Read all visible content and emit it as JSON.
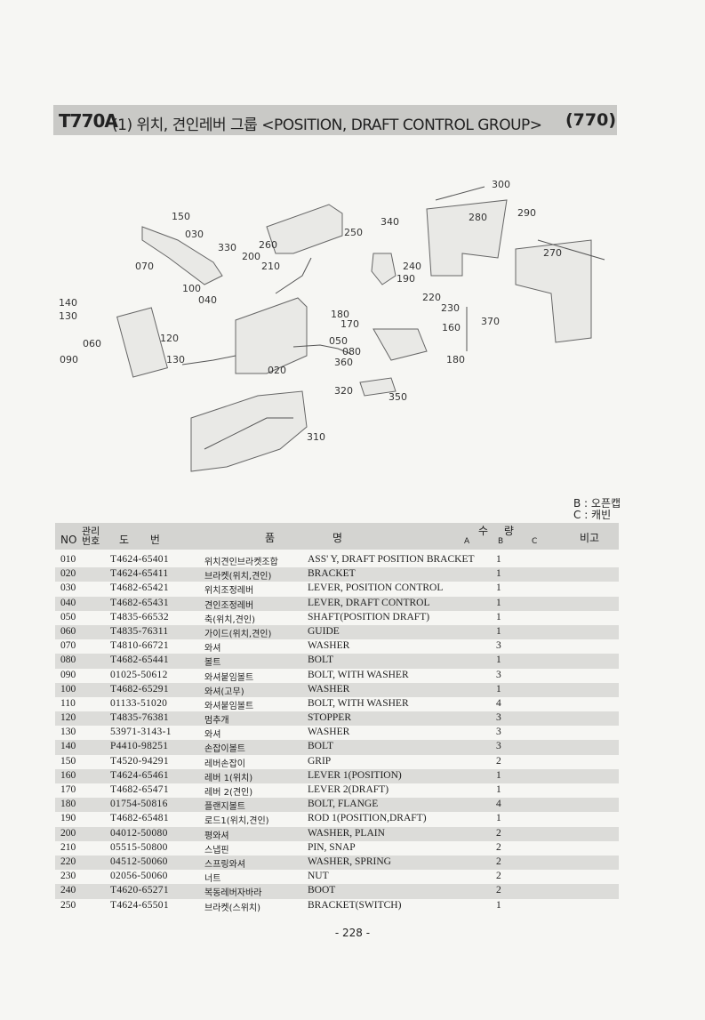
{
  "header": {
    "code": "T770A",
    "title": "(1) 위치, 견인레버 그룹 <POSITION, DRAFT CONTROL GROUP>",
    "group": "(770)"
  },
  "diagram": {
    "callouts": [
      "300",
      "150",
      "280",
      "290",
      "340",
      "030",
      "250",
      "330",
      "260",
      "200",
      "210",
      "070",
      "240",
      "190",
      "100",
      "040",
      "220",
      "230",
      "370",
      "180",
      "170",
      "160",
      "140",
      "130",
      "060",
      "120",
      "050",
      "080",
      "090",
      "130",
      "360",
      "180",
      "020",
      "320",
      "350",
      "310",
      "270"
    ]
  },
  "notes": {
    "b": "B : 오픈캡",
    "c": "C : 캐빈"
  },
  "table": {
    "headers": {
      "no": "NO",
      "mgmt": "관리번호",
      "part_no": "도 번",
      "name_a": "품",
      "name_b": "명",
      "qty": "수 량",
      "qty_a": "A",
      "qty_b": "B",
      "qty_c": "C",
      "remarks": "비고"
    },
    "rows": [
      {
        "no": "010",
        "part": "T4624-65401",
        "kor": "위치견인브라켓조합",
        "eng": "ASS' Y, DRAFT POSITION BRACKET",
        "qty": "1"
      },
      {
        "no": "020",
        "part": "T4624-65411",
        "kor": "브라켓(위치,견인)",
        "eng": "BRACKET",
        "qty": "1"
      },
      {
        "no": "030",
        "part": "T4682-65421",
        "kor": "위치조정레버",
        "eng": "LEVER, POSITION CONTROL",
        "qty": "1"
      },
      {
        "no": "040",
        "part": "T4682-65431",
        "kor": "견인조정레버",
        "eng": "LEVER, DRAFT CONTROL",
        "qty": "1"
      },
      {
        "no": "050",
        "part": "T4835-66532",
        "kor": "축(위치,견인)",
        "eng": "SHAFT(POSITION DRAFT)",
        "qty": "1"
      },
      {
        "no": "060",
        "part": "T4835-76311",
        "kor": "가이드(위치,견인)",
        "eng": "GUIDE",
        "qty": "1"
      },
      {
        "no": "070",
        "part": "T4810-66721",
        "kor": "와셔",
        "eng": "WASHER",
        "qty": "3"
      },
      {
        "no": "080",
        "part": "T4682-65441",
        "kor": "볼트",
        "eng": "BOLT",
        "qty": "1"
      },
      {
        "no": "090",
        "part": "01025-50612",
        "kor": "와셔붙임볼트",
        "eng": "BOLT, WITH WASHER",
        "qty": "3"
      },
      {
        "no": "100",
        "part": "T4682-65291",
        "kor": "와셔(고무)",
        "eng": "WASHER",
        "qty": "1"
      },
      {
        "no": "110",
        "part": "01133-51020",
        "kor": "와셔붙임볼트",
        "eng": "BOLT, WITH WASHER",
        "qty": "4"
      },
      {
        "no": "120",
        "part": "T4835-76381",
        "kor": "멈추개",
        "eng": "STOPPER",
        "qty": "3"
      },
      {
        "no": "130",
        "part": "53971-3143-1",
        "kor": "와셔",
        "eng": "WASHER",
        "qty": "3"
      },
      {
        "no": "140",
        "part": "P4410-98251",
        "kor": "손잡이볼트",
        "eng": "BOLT",
        "qty": "3"
      },
      {
        "no": "150",
        "part": "T4520-94291",
        "kor": "레버손잡이",
        "eng": "GRIP",
        "qty": "2"
      },
      {
        "no": "160",
        "part": "T4624-65461",
        "kor": "레버 1(위치)",
        "eng": "LEVER 1(POSITION)",
        "qty": "1"
      },
      {
        "no": "170",
        "part": "T4682-65471",
        "kor": "레버 2(견인)",
        "eng": "LEVER 2(DRAFT)",
        "qty": "1"
      },
      {
        "no": "180",
        "part": "01754-50816",
        "kor": "플랜지볼트",
        "eng": "BOLT, FLANGE",
        "qty": "4"
      },
      {
        "no": "190",
        "part": "T4682-65481",
        "kor": "로드1(위치,견인)",
        "eng": "ROD 1(POSITION,DRAFT)",
        "qty": "1"
      },
      {
        "no": "200",
        "part": "04012-50080",
        "kor": "평와셔",
        "eng": "WASHER, PLAIN",
        "qty": "2"
      },
      {
        "no": "210",
        "part": "05515-50800",
        "kor": "스냅핀",
        "eng": "PIN, SNAP",
        "qty": "2"
      },
      {
        "no": "220",
        "part": "04512-50060",
        "kor": "스프링와셔",
        "eng": "WASHER, SPRING",
        "qty": "2"
      },
      {
        "no": "230",
        "part": "02056-50060",
        "kor": "너트",
        "eng": "NUT",
        "qty": "2"
      },
      {
        "no": "240",
        "part": "T4620-65271",
        "kor": "복동레버자바라",
        "eng": "BOOT",
        "qty": "2"
      },
      {
        "no": "250",
        "part": "T4624-65501",
        "kor": "브라켓(스위치)",
        "eng": "BRACKET(SWITCH)",
        "qty": "1"
      }
    ]
  },
  "footer": {
    "page": "- 228 -"
  }
}
